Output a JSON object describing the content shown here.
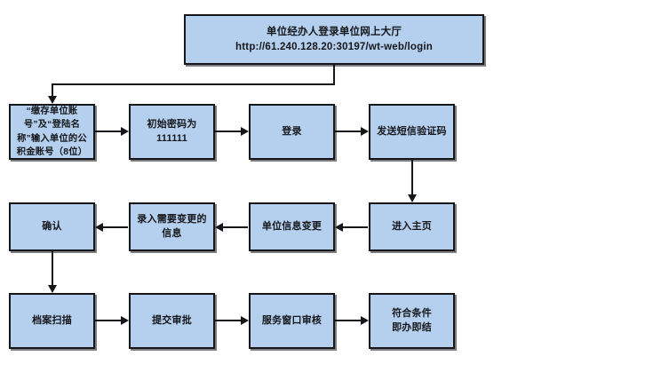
{
  "diagram": {
    "title_node": {
      "line1": "单位经办人登录单位网上大厅",
      "line2": "http://61.240.128.20:30197/wt-web/login"
    },
    "row2": [
      {
        "label": "“缴存单位账号”及“登陆名称”输入单位的公积金账号（8位）"
      },
      {
        "label": "初始密码为\n111111"
      },
      {
        "label": "登录"
      },
      {
        "label": "发送短信验证码"
      }
    ],
    "row3": [
      {
        "label": "确认"
      },
      {
        "label": "录入需要变更的信息"
      },
      {
        "label": "单位信息变更"
      },
      {
        "label": "进入主页"
      }
    ],
    "row4": [
      {
        "label": "档案扫描"
      },
      {
        "label": "提交审批"
      },
      {
        "label": "服务窗口审核"
      },
      {
        "label": "符合条件\n即办即结"
      }
    ],
    "colors": {
      "node_fill": "#b4d0ee",
      "node_border": "#15161a",
      "connector": "#15161a",
      "background": "#ffffff",
      "text": "#16171b"
    }
  }
}
